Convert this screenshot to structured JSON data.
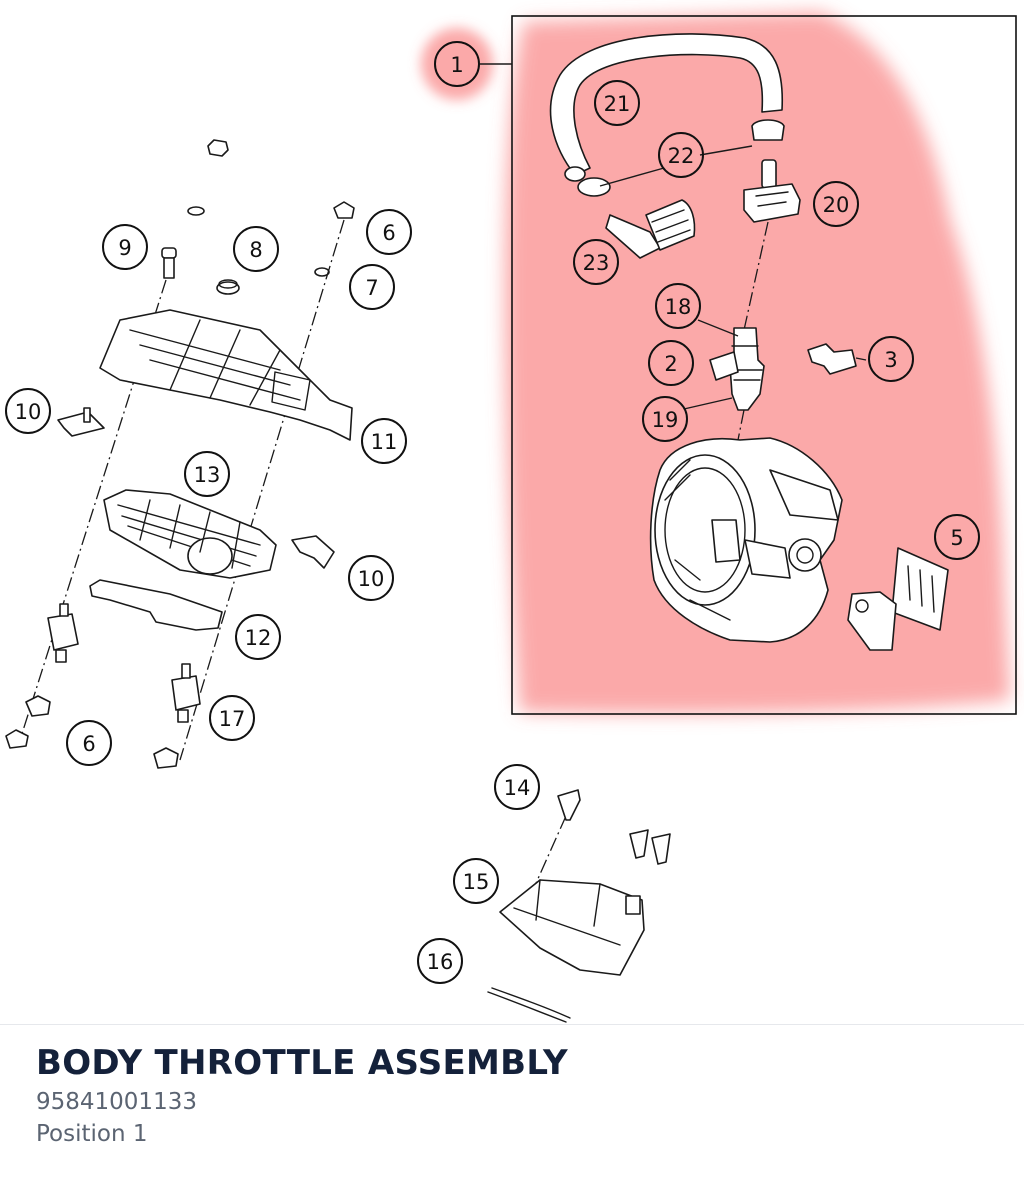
{
  "title": "BODY THROTTLE ASSEMBLY",
  "part_number": "95841001133",
  "position": "Position 1",
  "highlight": {
    "color": "#f87171",
    "opacity": 0.6,
    "selected_callout": "1"
  },
  "callouts": [
    {
      "label": "1"
    },
    {
      "label": "21"
    },
    {
      "label": "22"
    },
    {
      "label": "20"
    },
    {
      "label": "23"
    },
    {
      "label": "18"
    },
    {
      "label": "2"
    },
    {
      "label": "3"
    },
    {
      "label": "19"
    },
    {
      "label": "5"
    },
    {
      "label": "9"
    },
    {
      "label": "8"
    },
    {
      "label": "6"
    },
    {
      "label": "7"
    },
    {
      "label": "10"
    },
    {
      "label": "11"
    },
    {
      "label": "13"
    },
    {
      "label": "10"
    },
    {
      "label": "12"
    },
    {
      "label": "17"
    },
    {
      "label": "6"
    },
    {
      "label": "14"
    },
    {
      "label": "15"
    },
    {
      "label": "16"
    }
  ]
}
